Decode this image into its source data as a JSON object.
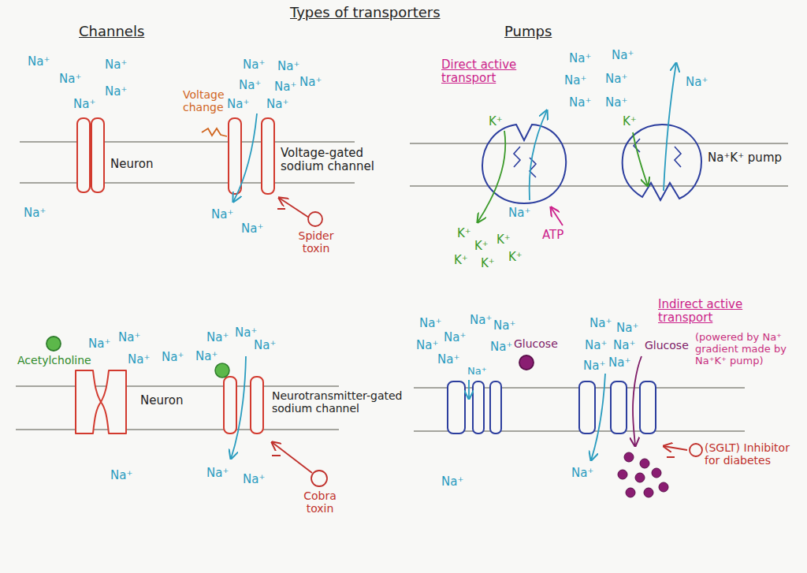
{
  "diagram": {
    "title": "Types of transporters",
    "nodes": [
      {
        "text": [
          "Spider toxin"
        ]
      },
      {
        "text": [
          "Acetylcholine"
        ]
      },
      {
        "text": [
          "Cobra toxin"
        ]
      },
      {
        "text": [
          "Glucose"
        ]
      },
      {
        "text": [
          "(SGLT) Inhibitor for diabetes"
        ]
      }
    ],
    "labels": [
      "Channels",
      "Pumps",
      "Na⁺",
      "Na⁺",
      "Na⁺",
      "Na⁺",
      "Na⁺",
      "Na⁺",
      "Na⁺",
      "Na⁺",
      "Na⁺",
      "Na⁺",
      "Na⁺",
      "Na⁺",
      "Na⁺",
      "Na⁺",
      "Na⁺",
      "Voltage change",
      "Neuron",
      "Voltage-gated sodium channel",
      "Direct active transport",
      "Na⁺",
      "Na⁺",
      "Na⁺",
      "Na⁺",
      "Na⁺",
      "Na⁺",
      "Na⁺",
      "K⁺",
      "K⁺",
      "K⁺",
      "K⁺",
      "K⁺",
      "K⁺",
      "K⁺",
      "K⁺",
      "Na⁺",
      "ATP",
      "Na⁺K⁺ pump",
      "Na⁺",
      "Na⁺",
      "Na⁺",
      "Na⁺",
      "Na⁺",
      "Na⁺",
      "Na⁺",
      "Na⁺",
      "Na⁺",
      "Na⁺",
      "Na⁺",
      "Neuron",
      "Neurotransmitter-gated sodium channel",
      "Na⁺",
      "Na⁺",
      "Na⁺",
      "Na⁺",
      "Na⁺",
      "Na⁺",
      "Na⁺",
      "Na⁺",
      "Glucose",
      "Na⁺",
      "Na⁺",
      "Na⁺",
      "Na⁺",
      "Na⁺",
      "Na⁺",
      "Na⁺",
      "Na⁺",
      "Indirect active transport",
      "(powered by Na⁺ gradient made by Na⁺K⁺ pump)"
    ]
  }
}
